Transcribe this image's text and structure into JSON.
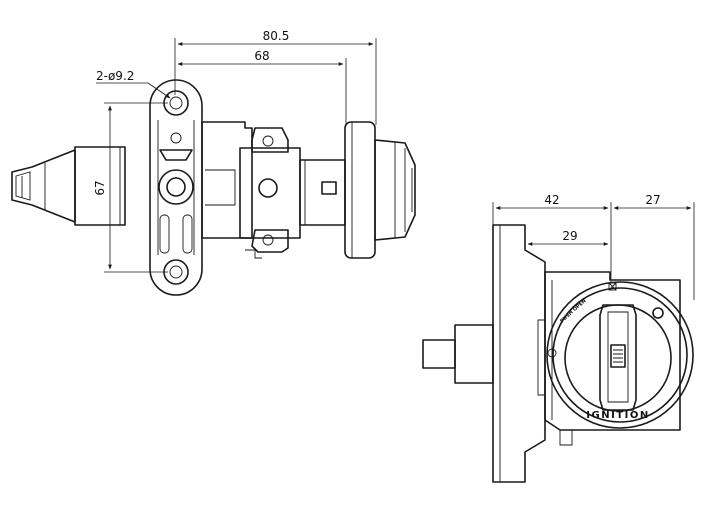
{
  "dimensions": {
    "overall_length": "80.5",
    "body_length": "68",
    "mount_holes": "2-ø9.2",
    "hole_spacing": "67",
    "front_width": "42",
    "front_offset": "29",
    "side_depth": "27"
  },
  "knob_labels": {
    "brand_text": "IGNITION",
    "ring_text": "PUSH OPEN"
  },
  "colors": {
    "line": "#1a1a1a",
    "background": "#ffffff"
  }
}
